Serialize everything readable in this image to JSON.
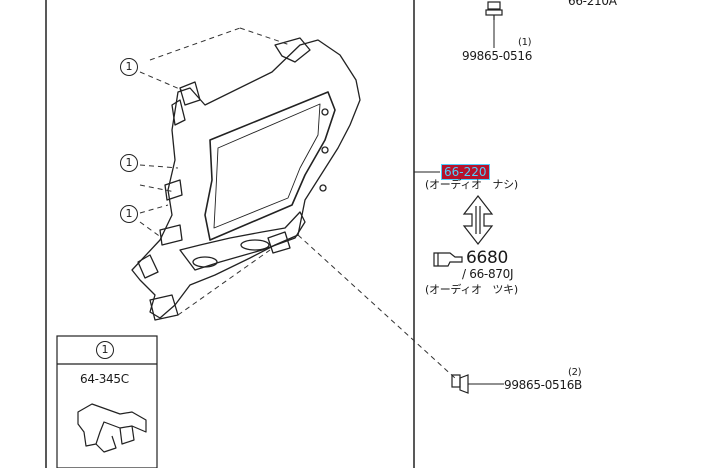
{
  "labels": {
    "top_right_ref": "66-210A",
    "screw_top_part": "99865-0516",
    "screw_top_qty": "(1)",
    "highlight_ref": "66-220",
    "audio_without": "(オーディオ　ナシ)",
    "ref_6680": "6680",
    "ref_66_870j": "/ 66-870J",
    "audio_with": "(オーディオ　ツキ)",
    "screw_bottom_qty": "(2)",
    "screw_bottom_part": "99865-0516B",
    "inset_callout": "1",
    "inset_part": "64-345C"
  },
  "callouts": [
    "1",
    "1",
    "1"
  ],
  "icons": [
    "screw-icon",
    "pointing-hand-icon",
    "double-arrow-icon",
    "clip-icon",
    "bezel-panel-icon"
  ]
}
